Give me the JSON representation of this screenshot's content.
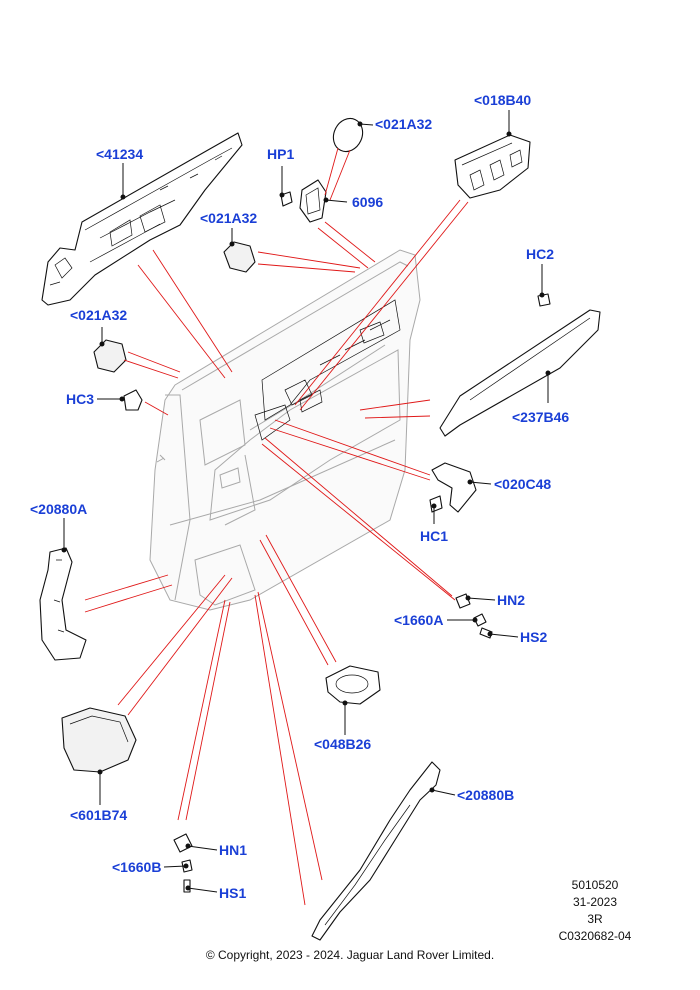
{
  "labels": {
    "p41234": "<41234",
    "hp1": "HP1",
    "p021a32_top": "<021A32",
    "p6096": "6096",
    "p018b40": "<018B40",
    "p021a32_mid": "<021A32",
    "hc2": "HC2",
    "p021a32_left": "<021A32",
    "hc3": "HC3",
    "p237b46": "<237B46",
    "p020c48": "<020C48",
    "hc1": "HC1",
    "p20880a": "<20880A",
    "hn2": "HN2",
    "p1660a": "<1660A",
    "hs2": "HS2",
    "p048b26": "<048B26",
    "p601b74": "<601B74",
    "p20880b": "<20880B",
    "hn1": "HN1",
    "p1660b": "<1660B",
    "hs1": "HS1"
  },
  "meta": {
    "line1": "5010520",
    "line2": "31-2023",
    "line3": "3R",
    "line4": "C0320682-04"
  },
  "copyright": "© Copyright, 2023 - 2024. Jaguar Land Rover Limited.",
  "colors": {
    "label": "#1a3fd6",
    "leader": "#e01818",
    "outline": "#111111",
    "door": "#a9a9a9"
  }
}
